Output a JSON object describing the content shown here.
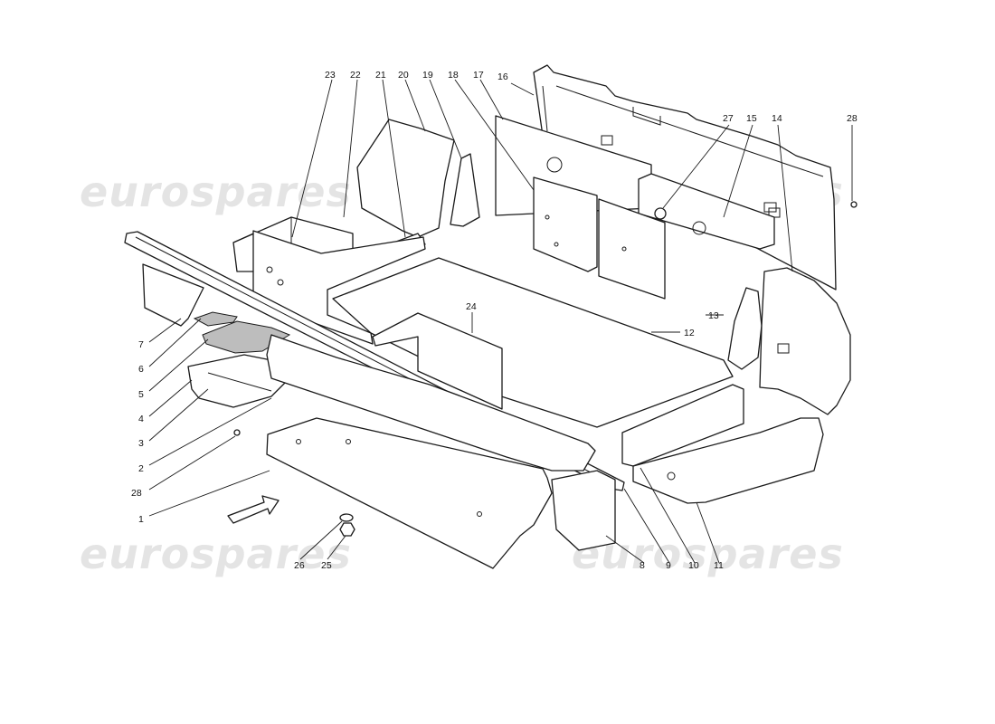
{
  "watermarks": [
    "eurospares",
    "eurospares",
    "eurospares",
    "eurospares"
  ],
  "callouts": [
    {
      "n": "1"
    },
    {
      "n": "2"
    },
    {
      "n": "3"
    },
    {
      "n": "4"
    },
    {
      "n": "5"
    },
    {
      "n": "6"
    },
    {
      "n": "7"
    },
    {
      "n": "8"
    },
    {
      "n": "9"
    },
    {
      "n": "10"
    },
    {
      "n": "11"
    },
    {
      "n": "12"
    },
    {
      "n": "13"
    },
    {
      "n": "14"
    },
    {
      "n": "15"
    },
    {
      "n": "16"
    },
    {
      "n": "17"
    },
    {
      "n": "18"
    },
    {
      "n": "19"
    },
    {
      "n": "20"
    },
    {
      "n": "21"
    },
    {
      "n": "22"
    },
    {
      "n": "23"
    },
    {
      "n": "24"
    },
    {
      "n": "25"
    },
    {
      "n": "26"
    },
    {
      "n": "27"
    },
    {
      "n": "28"
    },
    {
      "n": "28"
    }
  ]
}
